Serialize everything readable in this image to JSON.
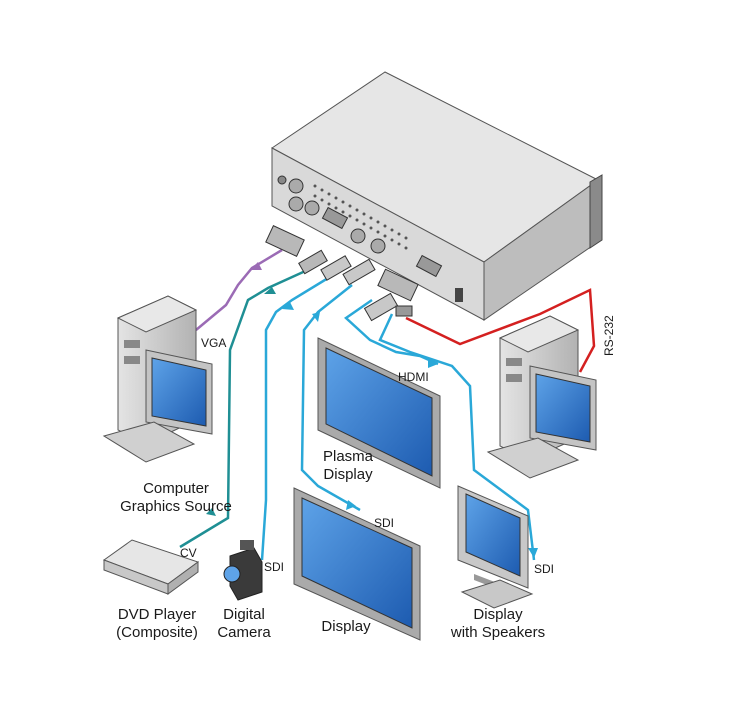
{
  "labels": {
    "vga": "VGA",
    "computer_source": [
      "Computer",
      "Graphics Source"
    ],
    "cv": "CV",
    "dvd_player": [
      "DVD Player",
      "(Composite)"
    ],
    "sdi_camera": "SDI",
    "digital_camera": [
      "Digital",
      "Camera"
    ],
    "hdmi": "HDMI",
    "plasma_display": [
      "Plasma",
      "Display"
    ],
    "sdi_display": "SDI",
    "display": "Display",
    "sdi_speakers": "SDI",
    "display_speakers": [
      "Display",
      "with Speakers"
    ],
    "rs232": "RS-232"
  },
  "colors": {
    "vga_cable": "#9b6bb5",
    "cv_cable": "#1f8f94",
    "sdi_cable": "#2aa8d8",
    "rs232_cable": "#d42020",
    "device_body": "#c8c8c8",
    "screen": "#2f72c8"
  }
}
